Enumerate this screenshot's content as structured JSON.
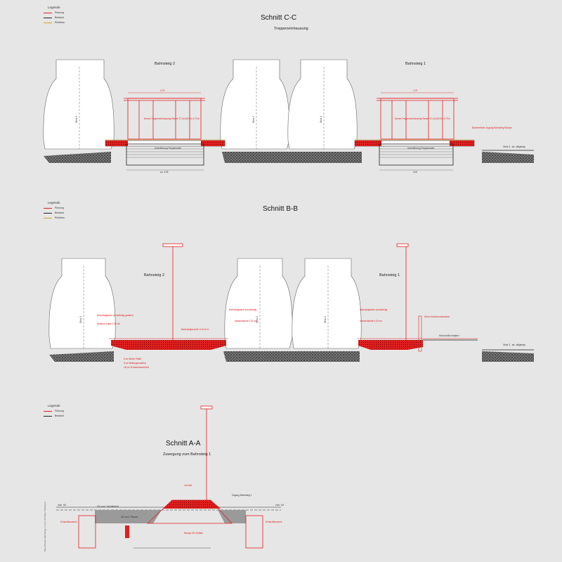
{
  "colors": {
    "new": "#e02020",
    "existing": "#222222",
    "demolish": "#d9a020",
    "background": "#e6e6e6"
  },
  "legend_title": "Legende",
  "legend_items": {
    "new": "Planung",
    "existing": "Bestand",
    "demolish": "Rückbau"
  },
  "sections": {
    "cc": {
      "title": "Schnitt C-C",
      "subtitle": "Treppeneinhausung",
      "platform_left": "Bahnsteig 2",
      "platform_right": "Bahnsteig 1",
      "track_left": "Gleis 3",
      "track_mid1": "Gleis 2",
      "track_mid2": "Gleis 1",
      "dim_left": "4,75",
      "dim_right": "4,75",
      "housing_note_left": "Neues Treppeneinhausung Raster 37,14x28,00x 4,79 m",
      "housing_note_right": "Neues Treppeneinhausung Raster 37,14x28,00x 4,79 m",
      "stair_left": "Unterführung Treppenstufe",
      "stair_right": "Unterführung Treppenstufe",
      "platform_edge_left": "ca. 4,35",
      "platform_edge_right": "3,00",
      "note_right": "Barrierefreier Zugang Bahnsteig Rampe",
      "track_far": "Gleis 3 - ab- stillgelegt"
    },
    "bb": {
      "title": "Schnitt B-B",
      "platform_left": "Bahnsteig 2",
      "platform_right": "Bahnsteig 1",
      "track_left": "Gleis 3",
      "track_mid1": "Gleis 2",
      "track_mid2": "Gleis 1",
      "note_left": "Bahnsteigkante schutzfertig geräumt",
      "dim_left": "Abstand Kante 0,30 cm",
      "note_mid": "Bahnsteigkante schutzfertig",
      "dim_mid": "Abstandkante 0,30 cm",
      "lamp_note": "Bahnsteigleuchte H=6,00 m",
      "note_right": "Bahnsteigkante schutzfertig",
      "dim_right": "Abstandkante 0,30 cm",
      "height_right": "Höhe Schienenoberkante",
      "layer1": "6 cm Beton Platte",
      "layer2": "5 cm Bettungsmaterial",
      "layer3": "18 cm Frostschutzschicht",
      "track_far": "Gleis 3 - ab- stillgelegt",
      "note_fence": "Höhe bleibt erhalten"
    },
    "aa": {
      "title": "Schnitt A-A",
      "subtitle": "Zuwegung zum Bahnsteig 1",
      "left_label": "vorh. KK",
      "right_label": "vorh. KK",
      "ok_label": "OK vorh. Schotterbett",
      "planum": "OK vorh. Planum",
      "note_top": "Zugang Bahnsteig 1",
      "lamp": "Leuchte",
      "note_left": "Schachtbauwerk",
      "note_right": "Schachtbauwerk",
      "note_bottom": "Rampe 6% Gefälle"
    },
    "side_note": "Bauvorhaben Bahnsteig 1 und 2, Schnitte, Planstand"
  }
}
